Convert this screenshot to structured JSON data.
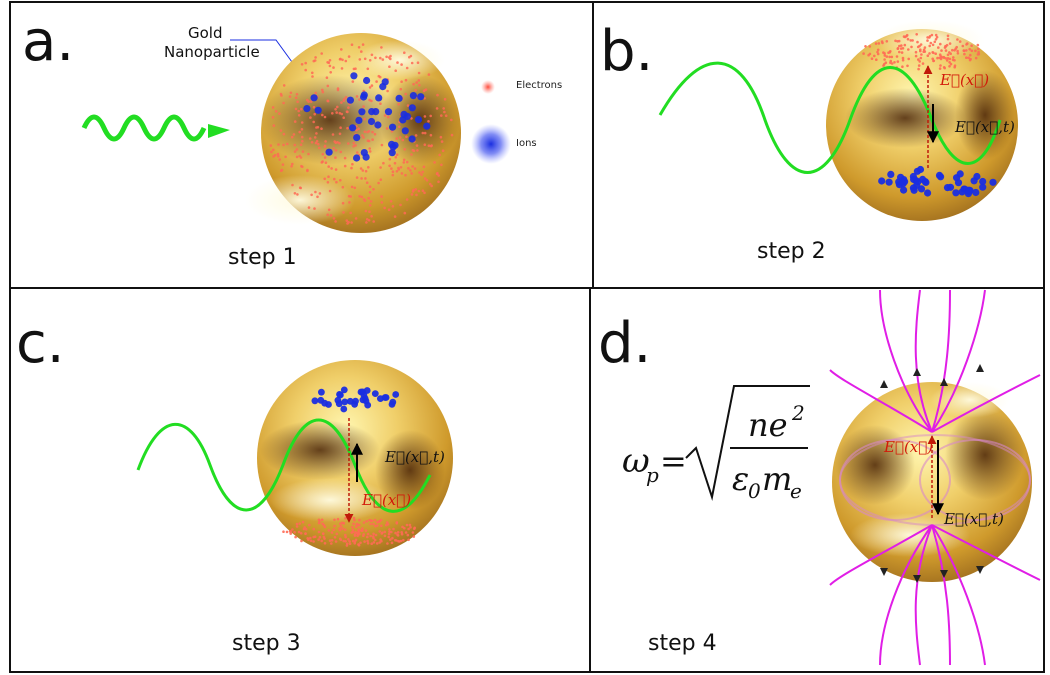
{
  "panels": {
    "a": {
      "letter": "a.",
      "step": "step 1"
    },
    "b": {
      "letter": "b.",
      "step": "step 2"
    },
    "c": {
      "letter": "c.",
      "step": "step 3"
    },
    "d": {
      "letter": "d.",
      "step": "step 4"
    }
  },
  "labels": {
    "gold_line1": "Gold",
    "gold_line2": "Nanoparticle",
    "electrons": "Electrons",
    "ions": "Ions"
  },
  "fields": {
    "static": "E⃗(x⃗)",
    "wave": "E⃗(x⃗,t)"
  },
  "equation": {
    "lhs_symbol": "ω",
    "lhs_sub": "p",
    "equals": "=",
    "num_n": "ne",
    "num_sup": "2",
    "den_eps": "ε",
    "den_eps_sub": "0",
    "den_m": "m",
    "den_m_sub": "e"
  },
  "colors": {
    "wave": "#22dd22",
    "electron": "#ff6a55",
    "ion": "#1a2ee0",
    "static_field": "#d21a0a",
    "field_lines": "#e01ee6",
    "gold_light": "#fff3a0",
    "gold_mid": "#e3b13a",
    "gold_dark": "#6b3a10"
  }
}
